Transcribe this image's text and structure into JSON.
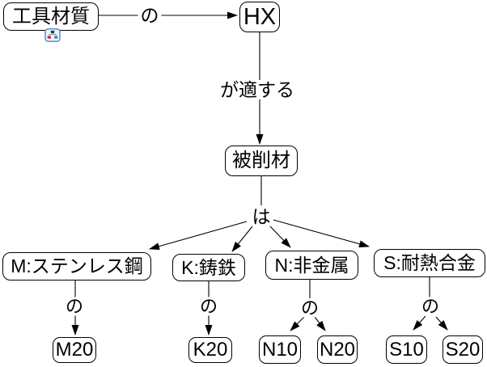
{
  "diagram": {
    "background": "#ffffff",
    "line_color": "#000000",
    "nodes": {
      "tool_material": "工具材質",
      "hx": "HX",
      "workpiece": "被削材",
      "m": "M:ステンレス鋼",
      "k": "K:鋳鉄",
      "n": "N:非金属",
      "s": "S:耐熱合金",
      "m20": "M20",
      "k20": "K20",
      "n10": "N10",
      "n20": "N20",
      "s10": "S10",
      "s20": "S20"
    },
    "edge_labels": {
      "tool_to_hx": "の",
      "hx_to_workpiece": "が適する",
      "workpiece_to_categories": "は",
      "m_branch": "の",
      "k_branch": "の",
      "n_branch": "の",
      "s_branch": "の"
    },
    "icon": {
      "name": "hierarchy-icon",
      "border_color": "#4a86d8",
      "node_top_color": "#1f3b68",
      "node_left_color": "#b23b38",
      "node_right_color": "#4f81bd"
    }
  }
}
